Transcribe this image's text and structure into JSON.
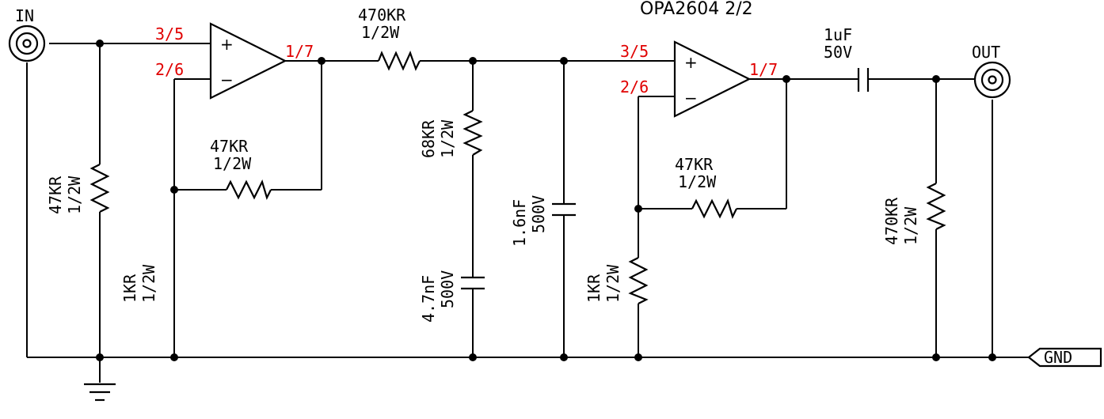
{
  "opamp2_title": "OPA2604 2/2",
  "connectors": {
    "in": "IN",
    "out": "OUT",
    "gnd": "GND"
  },
  "opamp1": {
    "pin_noninv": "3/5",
    "pin_inv": "2/6",
    "pin_out": "1/7",
    "plus": "+",
    "minus": "−"
  },
  "opamp2": {
    "pin_noninv": "3/5",
    "pin_inv": "2/6",
    "pin_out": "1/7",
    "plus": "+",
    "minus": "−"
  },
  "parts": {
    "r_in": {
      "value": "47KR",
      "rating": "1/2W"
    },
    "r_gain1": {
      "value": "1KR",
      "rating": "1/2W"
    },
    "r_fb1": {
      "value": "47KR",
      "rating": "1/2W"
    },
    "r_series": {
      "value": "470KR",
      "rating": "1/2W"
    },
    "r_shunt": {
      "value": "68KR",
      "rating": "1/2W"
    },
    "c_shunt": {
      "value": "4.7nF",
      "rating": "500V"
    },
    "c_node": {
      "value": "1.6nF",
      "rating": "500V"
    },
    "r_gain2": {
      "value": "1KR",
      "rating": "1/2W"
    },
    "r_fb2": {
      "value": "47KR",
      "rating": "1/2W"
    },
    "c_out": {
      "value": "1uF",
      "rating": "50V"
    },
    "r_out": {
      "value": "470KR",
      "rating": "1/2W"
    }
  }
}
